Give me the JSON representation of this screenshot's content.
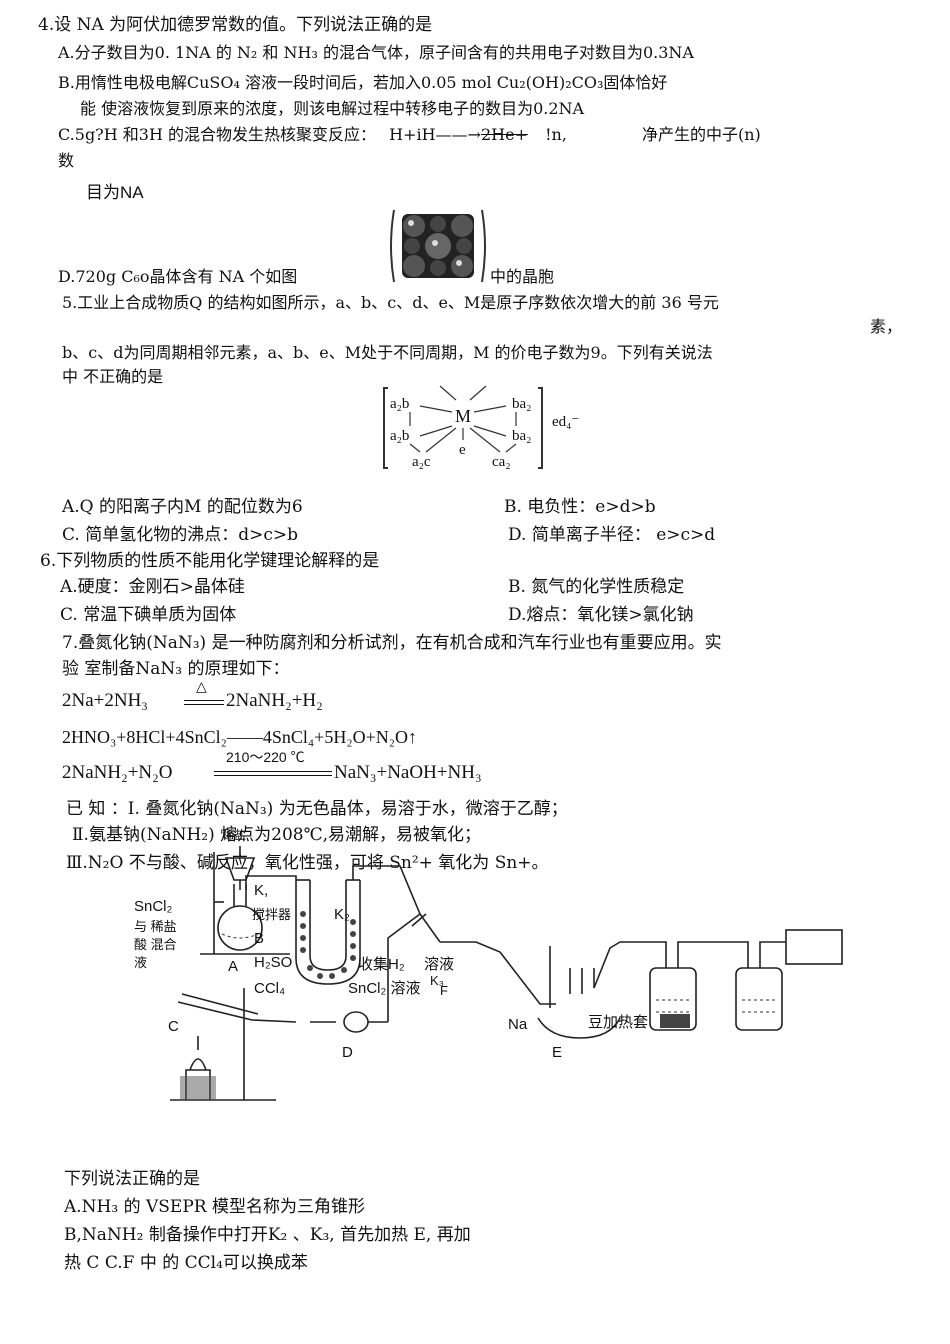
{
  "q4": {
    "stem": "4.设 NA 为阿伏加德罗常数的值。下列说法正确的是",
    "a": "A.分子数目为0. 1NA 的 N₂ 和 NH₃ 的混合气体，原子间含有的共用电子对数目为0.3NA",
    "b1": "B.用惰性电极电解CuSO₄ 溶液一段时间后，若加入0.05 mol      Cu₂(OH)₂CO₃固体恰好",
    "b2": "能 使溶液恢复到原来的浓度，则该电解过程中转移电子的数目为0.2NA",
    "c1a": "C.5g?H    和3H  的混合物发生热核聚变反应：",
    "c1b": "H+iH——→",
    "c1c": "2He+",
    "c1d": "!n,",
    "c1e": "净产生的中子(n)",
    "c2": "数",
    "c3": "目为NA",
    "d_pre": "D.720g   C₆o晶体含有  NA   个如图",
    "d_post": "中的晶胞"
  },
  "q5": {
    "stem1": "5.工业上合成物质Q 的结构如图所示，a、b、c、d、e、M是原子序数依次增大的前 36 号元",
    "stem1b": "素，",
    "stem2": "b、c、d为同周期相邻元素，a、b、e、M处于不同周期，M   的价电子数为9。下列有关说法",
    "stem3": "中  不正确的是",
    "struct": {
      "tl": "a₂b",
      "ml": "a₂b",
      "bl": "a₂c",
      "m": "M",
      "e": "e",
      "tr": "ba₂",
      "mr": "ba₂",
      "br": "ca₂",
      "anion": "ed₄⁻"
    },
    "a": "A.Q  的阳离子内M  的配位数为6",
    "b": "B. 电负性：e>d>b",
    "c": "C. 简单氢化物的沸点：d>c>b",
    "d": "D. 简单离子半径：   e>c>d"
  },
  "q6": {
    "stem": "6.下列物质的性质不能用化学键理论解释的是",
    "a": "A.硬度：金刚石>晶体硅",
    "b": "B. 氮气的化学性质稳定",
    "c": "C. 常温下碘单质为固体",
    "d": "D.熔点：氧化镁>氯化钠"
  },
  "q7": {
    "stem1": "7.叠氮化钠(NaN₃)  是一种防腐剂和分析试剂，在有机合成和汽车行业也有重要应用。实",
    "stem2": "验  室制备NaN₃  的原理如下：",
    "eq1_left": "2Na+2NH₃",
    "eq1_cond": "△",
    "eq1_right": "2NaNH₂+H₂",
    "eq2": "2HNO₃+8HCl+4SnCl₂——4SnCl₄+5H₂O+N₂O↑",
    "eq3_left": "2NaNH₂+N₂O",
    "eq3_cond": "210～220 ℃",
    "eq3_right": "NaN₃+NaOH+NH₃",
    "known1": "已  知  ：I.  叠氮化钠(NaN₃)    为无色晶体，易溶于水，微溶于乙醇；",
    "known2": "Ⅱ.氨基钠(NaNH₂)  熔点为208℃,易潮解，易被氧化；",
    "known3": "Ⅲ.N₂O  不与酸、碱反应，氧化性强，可将 Sn²+ 氧化为  Sn+。",
    "apparatus": {
      "sncl2_1": "SnCl₂",
      "sncl2_2": "与  稀盐",
      "sncl2_3": "酸  混合",
      "sncl2_4": "液",
      "A": "A",
      "B": "B",
      "C": "C",
      "D": "D",
      "E": "E",
      "F": "F",
      "K1": "K,",
      "stirrer": "搅拌器",
      "K2": "K₂",
      "h2so": "H₂SO",
      "ccl4": "CCl₄",
      "collect": "收集H₂",
      "sol1": "溶液",
      "k3": "K₃",
      "sncl2sol": "SnCl₂ 溶液",
      "na": "Na",
      "heater": "豆加热套",
      "funnel": "稀盐"
    },
    "ask": "下列说法正确的是",
    "a": "A.NH₃  的   VSEPR   模型名称为三角锥形",
    "b1": "B,NaNH₂  制备操作中打开K₂ 、K₃, 首先加热  E, 再加",
    "b2": "热 C C.F  中  的 CCl₄可以换成苯"
  }
}
